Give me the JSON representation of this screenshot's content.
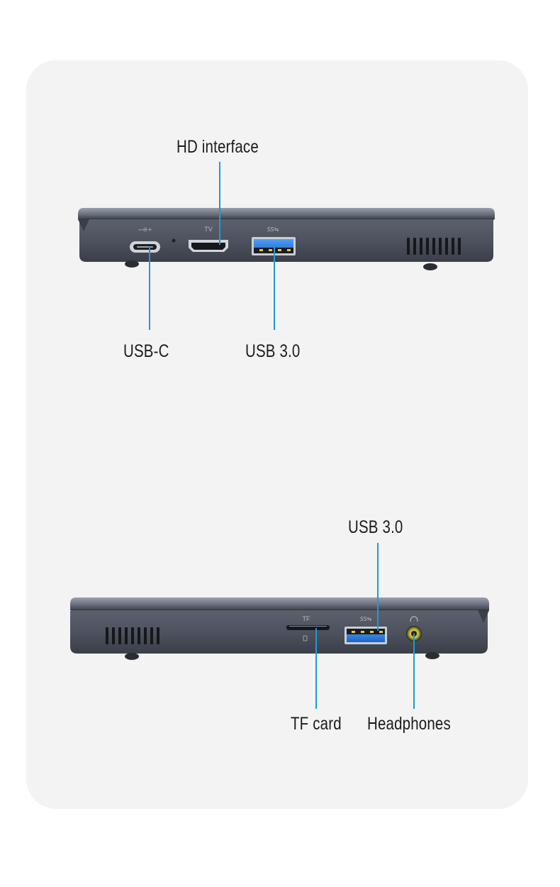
{
  "top_view": {
    "labels": {
      "hd_interface": "HD interface",
      "usb_c": "USB-C",
      "usb_30": "USB 3.0"
    },
    "port_marks": {
      "power": "⎓⊖+",
      "tv": "TV",
      "ss": "SS⇆"
    }
  },
  "bottom_view": {
    "labels": {
      "usb_30": "USB 3.0",
      "tf_card": "TF card",
      "headphones": "Headphones"
    },
    "port_marks": {
      "tf": "TF",
      "ss": "SS⇆"
    }
  },
  "colors": {
    "leader_line": "#1e9ad8",
    "usb_blue": "#2f7fe0",
    "chassis": "#4e5360"
  }
}
